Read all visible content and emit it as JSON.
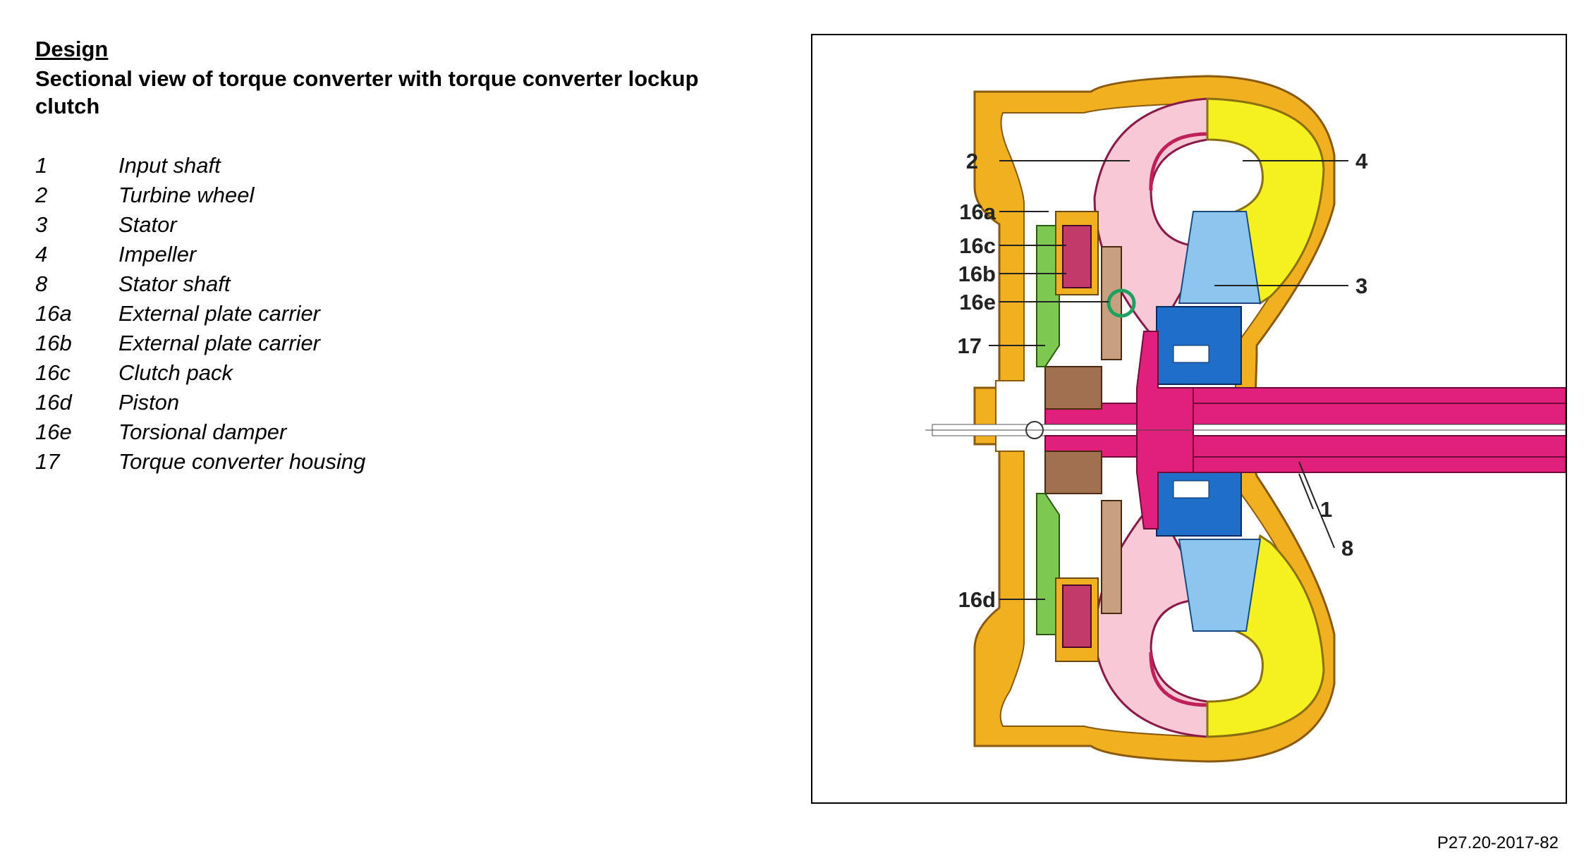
{
  "heading": "Design",
  "title": "Sectional view of  torque converter with torque converter lockup clutch",
  "legend": [
    {
      "num": "1",
      "label": "Input shaft"
    },
    {
      "num": "2",
      "label": "Turbine wheel"
    },
    {
      "num": "3",
      "label": "Stator"
    },
    {
      "num": "4",
      "label": "Impeller"
    },
    {
      "num": "8",
      "label": "Stator shaft"
    },
    {
      "num": "16a",
      "label": "External plate carrier"
    },
    {
      "num": "16b",
      "label": "External plate carrier"
    },
    {
      "num": "16c",
      "label": "Clutch pack"
    },
    {
      "num": "16d",
      "label": "Piston"
    },
    {
      "num": "16e",
      "label": "Torsional damper"
    },
    {
      "num": "17",
      "label": "Torque converter housing"
    }
  ],
  "diagram": {
    "callouts": {
      "c2": "2",
      "c4": "4",
      "c16a": "16a",
      "c16c": "16c",
      "c16b": "16b",
      "c3": "3",
      "c16e": "16e",
      "c17": "17",
      "c1": "1",
      "c8": "8",
      "c16d": "16d"
    },
    "colors": {
      "housing": "#f0b020",
      "turbine": "#f7c9d6",
      "impeller": "#f5f020",
      "stator": "#8cc6ee",
      "stator_hub": "#1f6fc8",
      "shaft": "#e0207a",
      "damper": "#a07050",
      "piston": "#7cc850",
      "clutch_plates": "#c23a6a"
    }
  },
  "figure_code": "P27.20-2017-82"
}
